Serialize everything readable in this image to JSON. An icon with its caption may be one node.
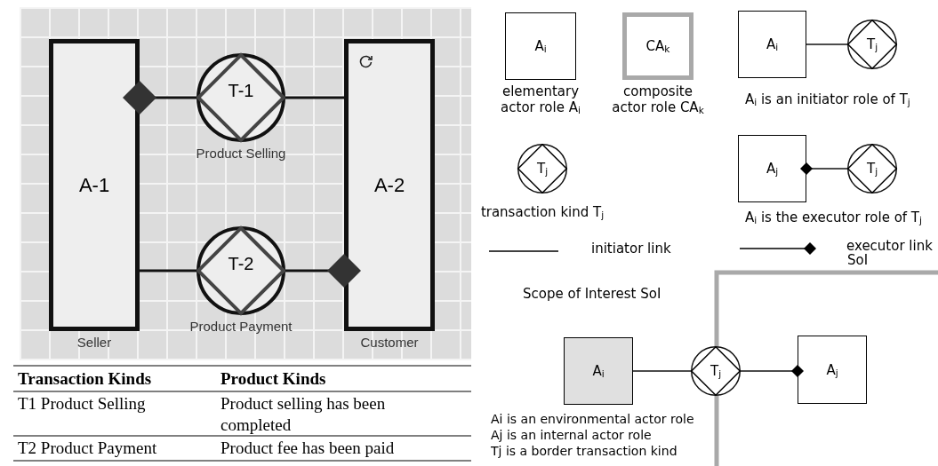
{
  "diagram": {
    "nodes": [
      {
        "text": [
          "A-1"
        ],
        "beside": [
          "Seller"
        ]
      },
      {
        "text": [
          "A-2"
        ],
        "beside": [
          "Customer"
        ]
      },
      {
        "text": [
          "T-1"
        ],
        "beside": [
          "Product Selling"
        ]
      },
      {
        "text": [
          "T-2"
        ],
        "beside": [
          "Product Payment"
        ]
      },
      {
        "text": [
          "A$_{i}$"
        ],
        "beside": [
          "elementary actor role A$_{i}$"
        ]
      },
      {
        "text": [
          "CA$_{k}$"
        ],
        "beside": [
          "composite actor role CA$_{k}$"
        ]
      },
      {
        "text": [
          "A$_{i}$"
        ]
      },
      {
        "text": [
          "T$_{j}$"
        ]
      },
      {
        "text": [
          "T$_{j}$"
        ],
        "beside": [
          "transaction kind T$_{j}$"
        ]
      },
      {
        "text": [
          "A$_{j}$"
        ]
      },
      {
        "text": [
          "T$_{j}$"
        ]
      },
      {
        "text": [
          "SoI"
        ]
      },
      {
        "text": [
          "A$_{i}$"
        ]
      },
      {
        "text": [
          "T$_{j}$"
        ]
      },
      {
        "text": [
          "A$_{j}$"
        ],
        "in": 11
      }
    ],
    "edges": [
      {
        "from": 2,
        "to": 0,
        "arrow": "other"
      },
      {
        "from": 2,
        "to": 1,
        "arrow": "none"
      },
      {
        "from": 0,
        "to": 3,
        "arrow": "none"
      },
      {
        "from": 3,
        "to": 1,
        "arrow": "other"
      },
      {
        "from": 6,
        "to": 7,
        "arrow": "none"
      },
      {
        "from": 10,
        "to": 9,
        "arrow": "other"
      },
      {
        "from": 12,
        "to": 13,
        "arrow": "none"
      },
      {
        "from": 13,
        "to": 14,
        "arrow": "other"
      }
    ],
    "labels": [
      "A$_{i}$ is an initiator role of T$_{j}$",
      "A$_{i}$ is the executor role of T$_{j}$",
      "Scope of Interest SoI",
      "Ai is an environmental actor role",
      "Aj is an internal actor role",
      "Tj is a border transaction kind",
      "Transaction Kinds",
      "Product Kinds",
      "T1 Product Selling",
      "Product selling has been completed",
      "T2 Product Payment",
      "Product fee has been paid"
    ],
    "legend": [
      {
        "text": "initiator link"
      },
      {
        "text": "executor link"
      }
    ]
  }
}
